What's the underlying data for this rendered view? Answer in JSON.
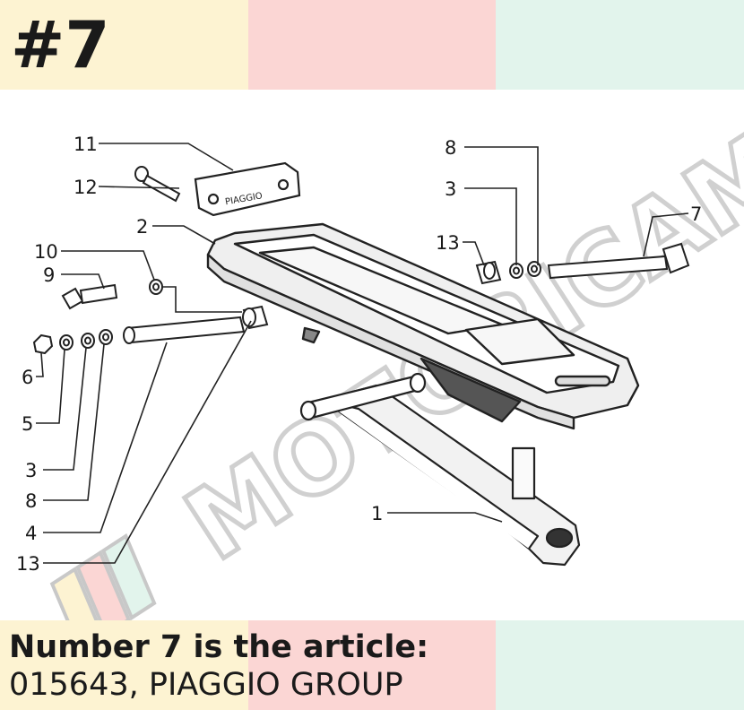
{
  "header": {
    "ref": "#7"
  },
  "part_callouts": [
    "11",
    "12",
    "2",
    "10",
    "9",
    "6",
    "5",
    "3",
    "8",
    "4",
    "13",
    "1",
    "8",
    "3",
    "13",
    "7"
  ],
  "plate_text": "PIAGGIO",
  "watermark": "MOTORICAMBIA",
  "caption": {
    "line1": "Number 7 is the article:",
    "line2": "015643, PIAGGIO GROUP"
  },
  "colors": {
    "yellow": "#fdf3d2",
    "pink": "#fbd6d4",
    "mint": "#e2f4ec"
  }
}
